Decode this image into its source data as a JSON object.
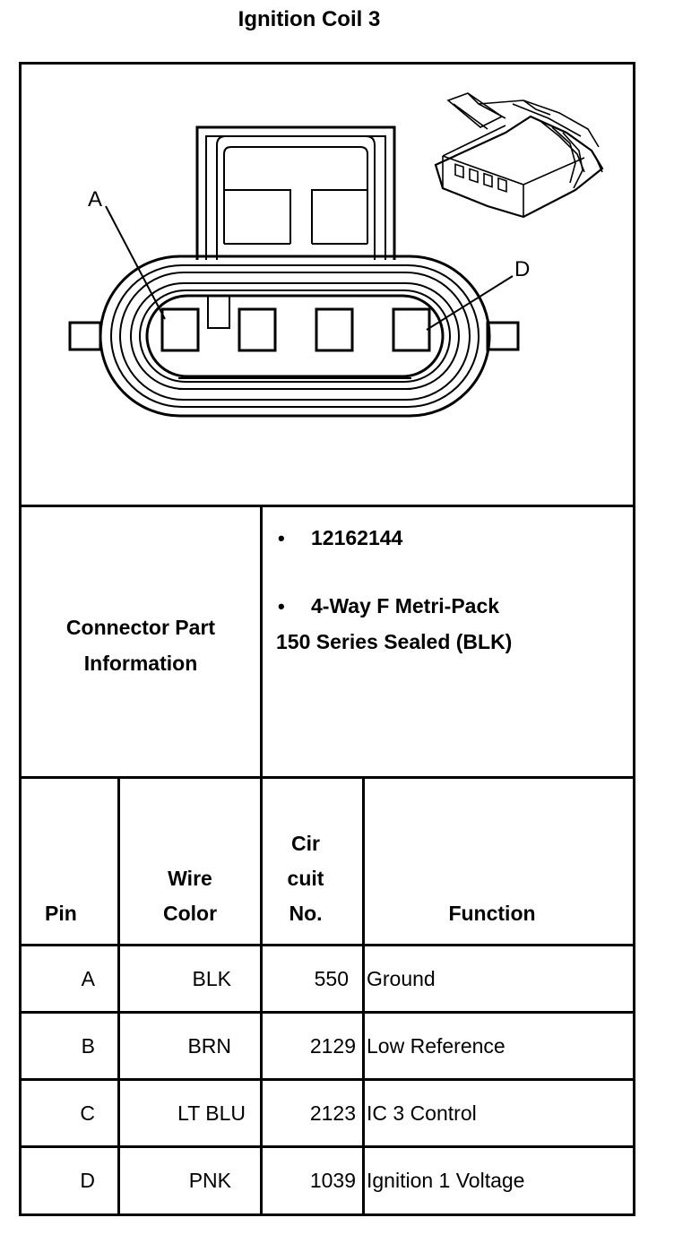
{
  "title": "Ignition Coil 3",
  "connector_info": {
    "label_line1": "Connector Part",
    "label_line2": "Information",
    "part_number": "12162144",
    "description_line1": "4-Way F Metri-Pack",
    "description_line2": "150 Series Sealed (BLK)",
    "bullet": "•"
  },
  "diagram": {
    "pin_label_a": "A",
    "pin_label_d": "D"
  },
  "table": {
    "headers": {
      "pin": "Pin",
      "wire_line1": "Wire",
      "wire_line2": "Color",
      "circuit_line1": "Cir",
      "circuit_line2": "cuit",
      "circuit_line3": "No.",
      "function": "Function"
    },
    "rows": [
      {
        "pin": "A",
        "color": "BLK",
        "circuit": "550",
        "function": "Ground"
      },
      {
        "pin": "B",
        "color": "BRN",
        "circuit": "2129",
        "function": "Low Reference"
      },
      {
        "pin": "C",
        "color": "LT BLU",
        "circuit": "2123",
        "function": "IC 3 Control"
      },
      {
        "pin": "D",
        "color": "PNK",
        "circuit": "1039",
        "function": "Ignition 1 Voltage"
      }
    ]
  }
}
